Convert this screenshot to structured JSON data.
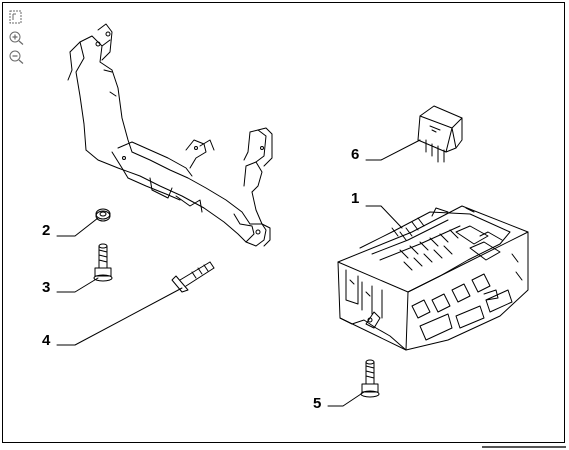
{
  "toolbar": {
    "tools": [
      {
        "icon": "fit-view-icon",
        "label": ""
      },
      {
        "icon": "zoom-in-icon",
        "label": ""
      },
      {
        "icon": "zoom-out-icon",
        "label": ""
      }
    ]
  },
  "callouts": [
    {
      "id": "1"
    },
    {
      "id": "2"
    },
    {
      "id": "3"
    },
    {
      "id": "4"
    },
    {
      "id": "5"
    },
    {
      "id": "6"
    }
  ],
  "colors": {
    "line": "#000000",
    "background": "#ffffff",
    "tool_icon": "#6a6a6a"
  }
}
